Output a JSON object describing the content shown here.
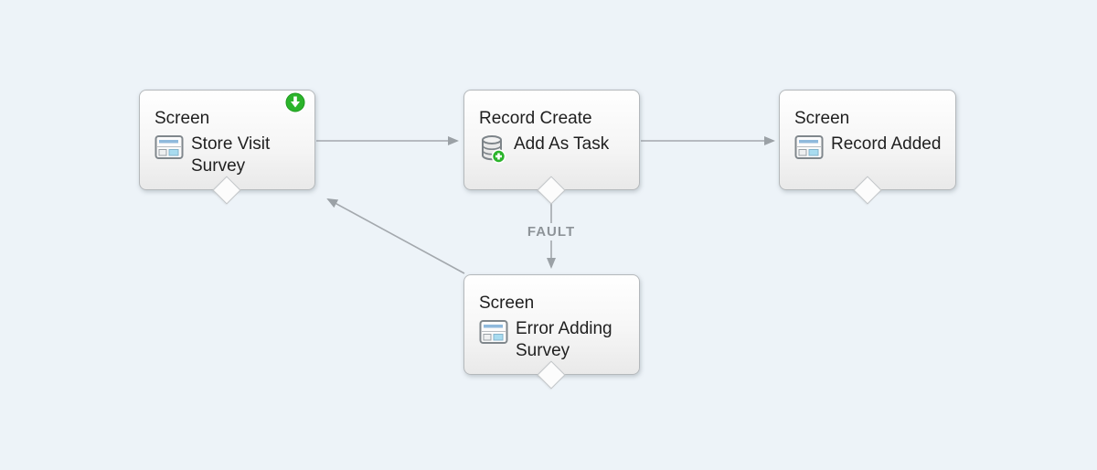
{
  "nodes": [
    {
      "type_label": "Screen",
      "name": "Store Visit Survey",
      "icon": "screen-form-icon",
      "start_node": true
    },
    {
      "type_label": "Record Create",
      "name": "Add As Task",
      "icon": "record-create-database-icon",
      "start_node": false
    },
    {
      "type_label": "Screen",
      "name": "Record Added",
      "icon": "screen-form-icon",
      "start_node": false
    },
    {
      "type_label": "Screen",
      "name": "Error Adding Survey",
      "icon": "screen-form-icon",
      "start_node": false
    }
  ],
  "connectors": {
    "fault_label": "FAULT",
    "links": [
      {
        "from": "Store Visit Survey",
        "to": "Add As Task"
      },
      {
        "from": "Add As Task",
        "to": "Record Added"
      },
      {
        "from": "Add As Task",
        "to": "Error Adding Survey",
        "label": "FAULT"
      },
      {
        "from": "Error Adding Survey",
        "to": "Store Visit Survey"
      }
    ]
  },
  "colors": {
    "canvas_background": "#edf3f8",
    "connector": "#a3a8ad",
    "node_border": "#b4b8bb",
    "start_badge_green": "#2bb42b",
    "fault_label_text": "#8d9398"
  }
}
